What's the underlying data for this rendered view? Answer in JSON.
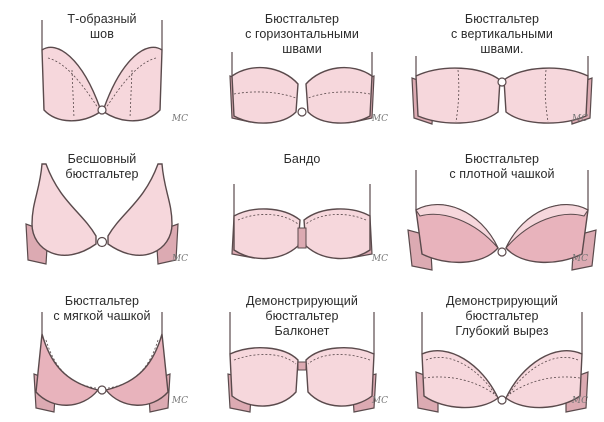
{
  "items": [
    {
      "lines": [
        "Т-образный",
        "шов"
      ],
      "icon": "t-seam-bra-icon"
    },
    {
      "lines": [
        "Бюстгальтер",
        "с горизонтальными",
        "швами"
      ],
      "icon": "horizontal-seam-bra-icon"
    },
    {
      "lines": [
        "Бюстгальтер",
        "с вертикальными",
        "швами."
      ],
      "icon": "vertical-seam-bra-icon"
    },
    {
      "lines": [
        "Бесшовный",
        "бюстгальтер"
      ],
      "icon": "seamless-bra-icon"
    },
    {
      "lines": [
        "Бандо"
      ],
      "icon": "bandeau-bra-icon"
    },
    {
      "lines": [
        "Бюстгальтер",
        "с плотной чашкой"
      ],
      "icon": "molded-cup-bra-icon"
    },
    {
      "lines": [
        "Бюстгальтер",
        "с мягкой чашкой"
      ],
      "icon": "soft-cup-bra-icon"
    },
    {
      "lines": [
        "Демонстрирующий",
        "бюстгальтер",
        "Балконет"
      ],
      "icon": "balconette-bra-icon"
    },
    {
      "lines": [
        "Демонстрирующий",
        "бюстгальтер",
        "Глубокий вырез"
      ],
      "icon": "plunge-bra-icon"
    }
  ],
  "signature": "MC",
  "colors": {
    "fill": "#f6d7dc",
    "fill_dark": "#e8b3bc",
    "band": "#dcaab2",
    "outline": "#5a4a4c"
  }
}
